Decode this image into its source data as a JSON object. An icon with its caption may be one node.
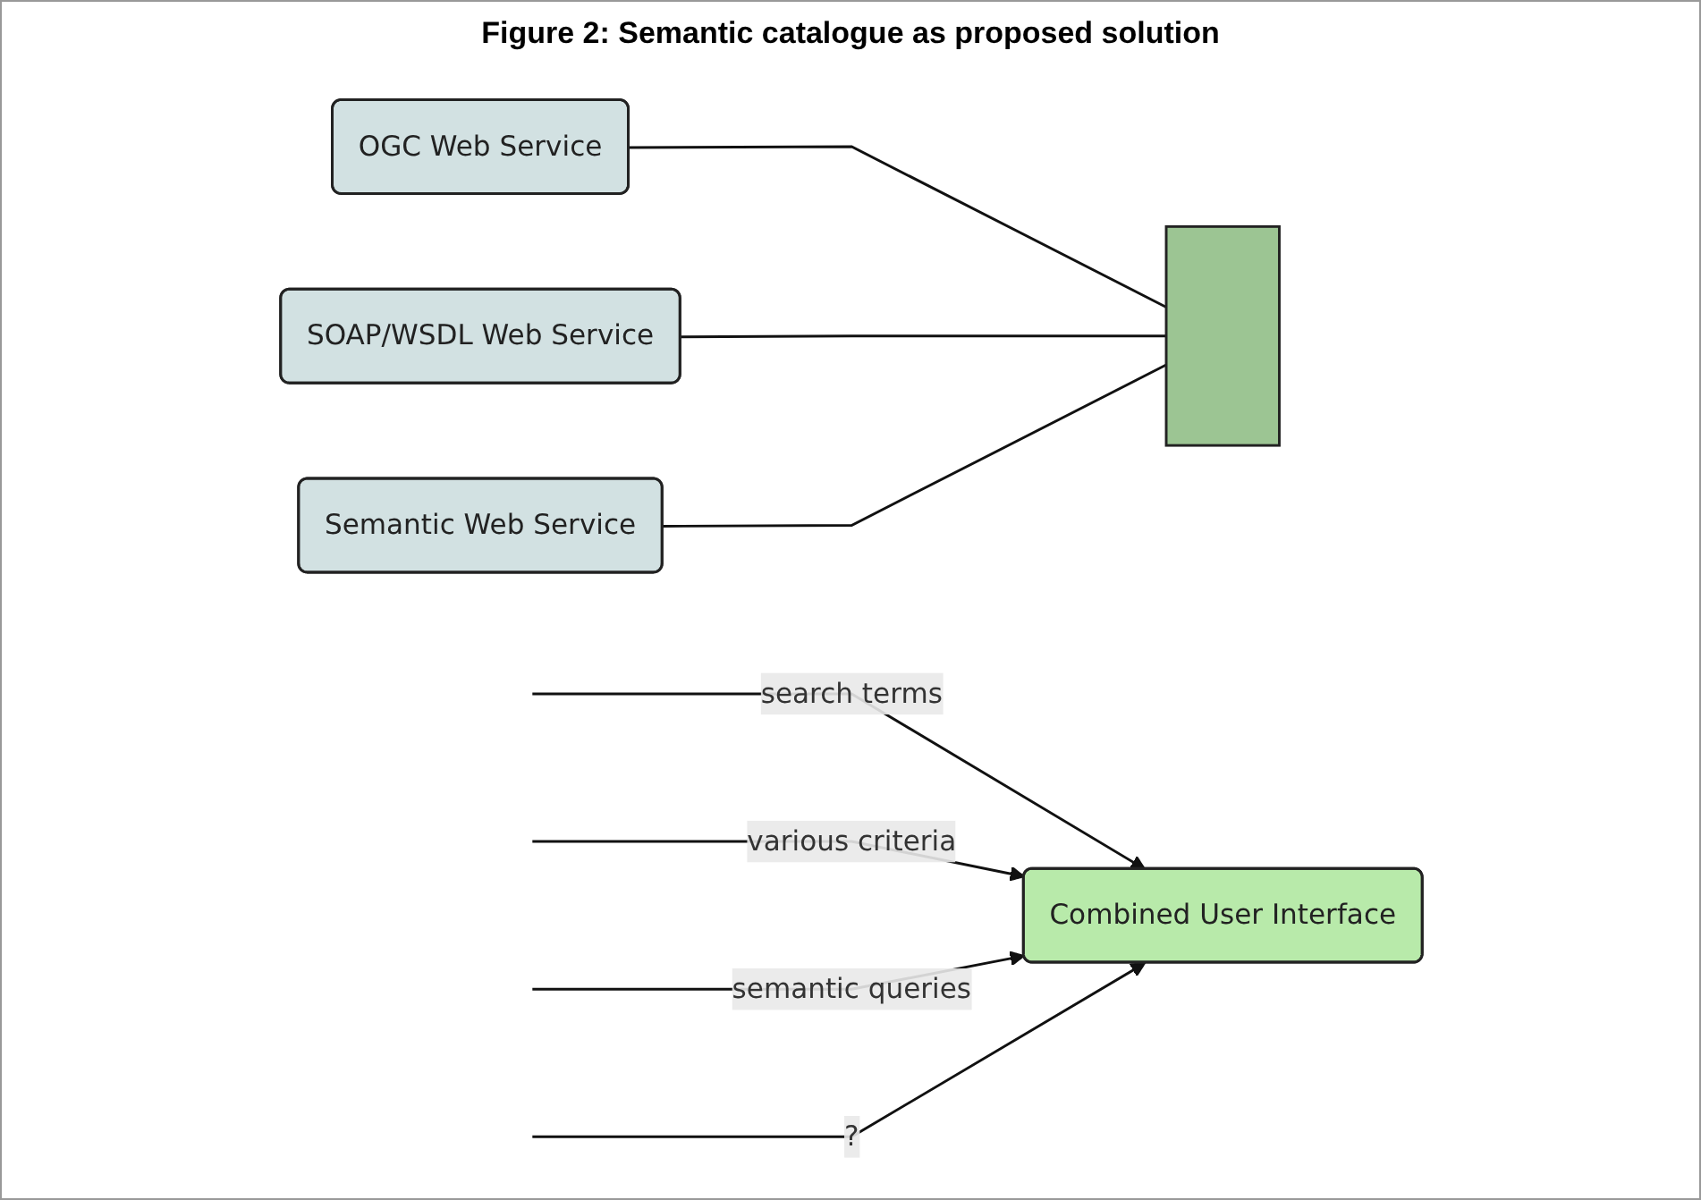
{
  "diagram": {
    "title": "Figure 2: Semantic catalogue as proposed solution",
    "nodes": [
      {
        "text": [
          "OGC Web Service"
        ]
      },
      {
        "text": [
          "SOAP/WSDL Web Service"
        ]
      },
      {
        "text": [
          "Semantic Web Service"
        ]
      },
      {
        "text": [],
        "shape": "box"
      },
      {
        "text": [
          "Combined User Interface"
        ]
      }
    ],
    "edges": [
      {
        "from": 0,
        "to": 3,
        "arrow": "none"
      },
      {
        "from": 1,
        "to": 3,
        "arrow": "none"
      },
      {
        "from": 2,
        "to": 3,
        "arrow": "none"
      },
      {
        "from": null,
        "to": 4,
        "arrow": "to",
        "label": "search terms"
      },
      {
        "from": null,
        "to": 4,
        "arrow": "to",
        "label": "various criteria"
      },
      {
        "from": null,
        "to": 4,
        "arrow": "to",
        "label": "semantic queries"
      },
      {
        "from": null,
        "to": 4,
        "arrow": "to",
        "label": "?"
      }
    ]
  }
}
